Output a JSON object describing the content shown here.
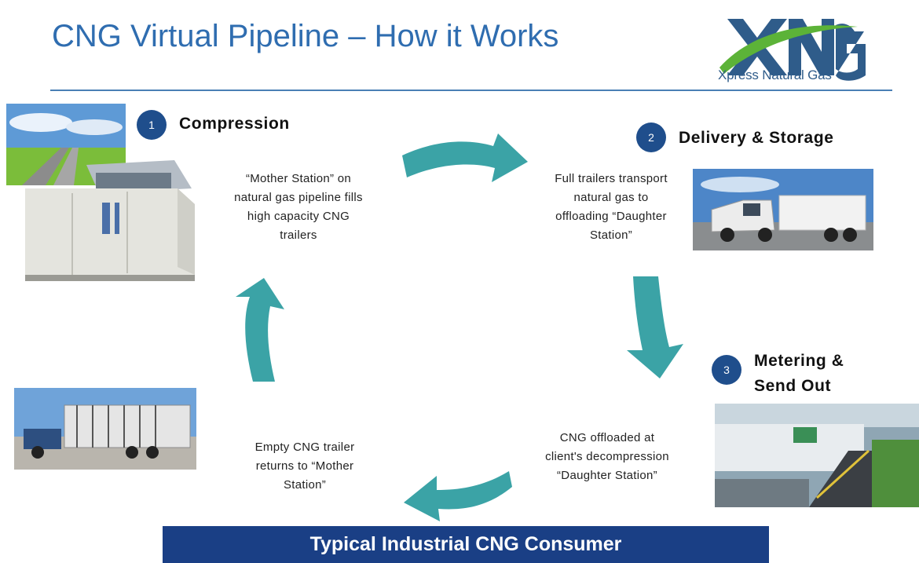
{
  "title": "CNG Virtual Pipeline – How it Works",
  "logo": {
    "mark": "XNG",
    "tagline": "Xpress Natural Gas"
  },
  "steps": [
    {
      "number": "1",
      "heading": "Compression"
    },
    {
      "number": "2",
      "heading": "Delivery & Storage"
    },
    {
      "number": "3",
      "heading_line1": "Metering &",
      "heading_line2": "Send Out"
    }
  ],
  "descriptions": {
    "mother_station": [
      "“Mother Station” on",
      "natural gas pipeline fills",
      "high capacity CNG",
      "trailers"
    ],
    "full_trailers": [
      "Full trailers transport",
      "natural gas to",
      "offloading “Daughter",
      "Station”"
    ],
    "offloaded": [
      "CNG offloaded at",
      "client's decompression",
      "“Daughter Station”"
    ],
    "empty_trailer": [
      "Empty CNG trailer",
      "returns to “Mother",
      "Station”"
    ]
  },
  "footer": "Typical Industrial CNG Consumer",
  "colors": {
    "title": "#2f6db0",
    "arrow": "#3ba3a6",
    "badge": "#1f4e8c",
    "footer": "#1a3f85"
  }
}
